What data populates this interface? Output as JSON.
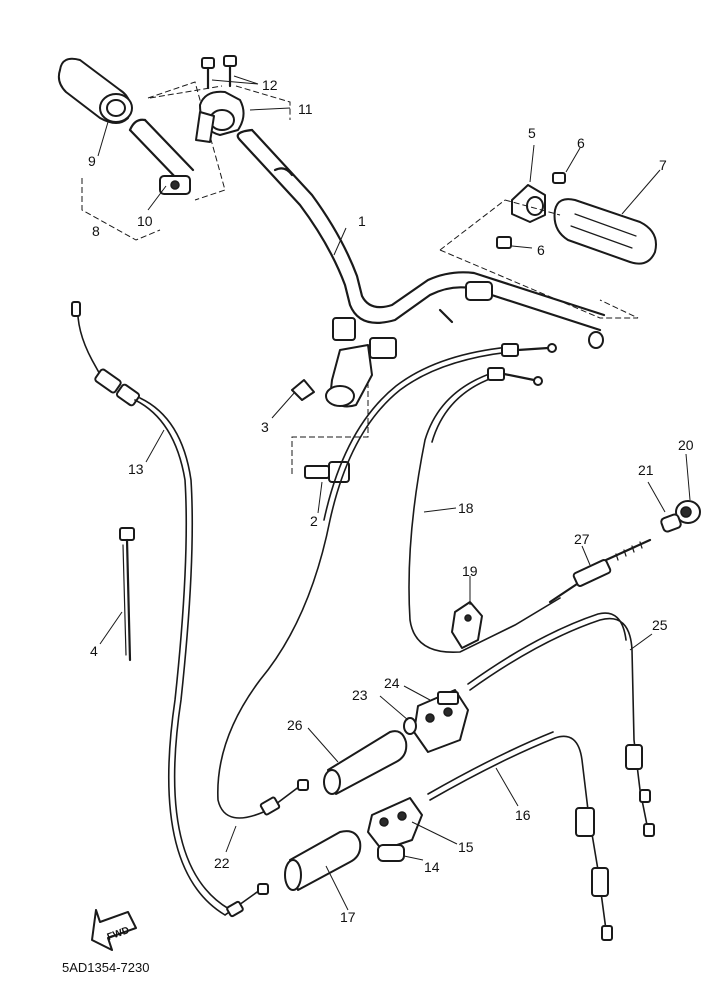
{
  "diagram": {
    "drawing_code": "5AD1354-7230",
    "direction_label": "FWD",
    "callouts": [
      "1",
      "2",
      "3",
      "4",
      "5",
      "6",
      "6",
      "7",
      "8",
      "9",
      "10",
      "11",
      "12",
      "13",
      "14",
      "15",
      "16",
      "17",
      "18",
      "19",
      "20",
      "21",
      "22",
      "23",
      "24",
      "25",
      "26",
      "27"
    ]
  }
}
